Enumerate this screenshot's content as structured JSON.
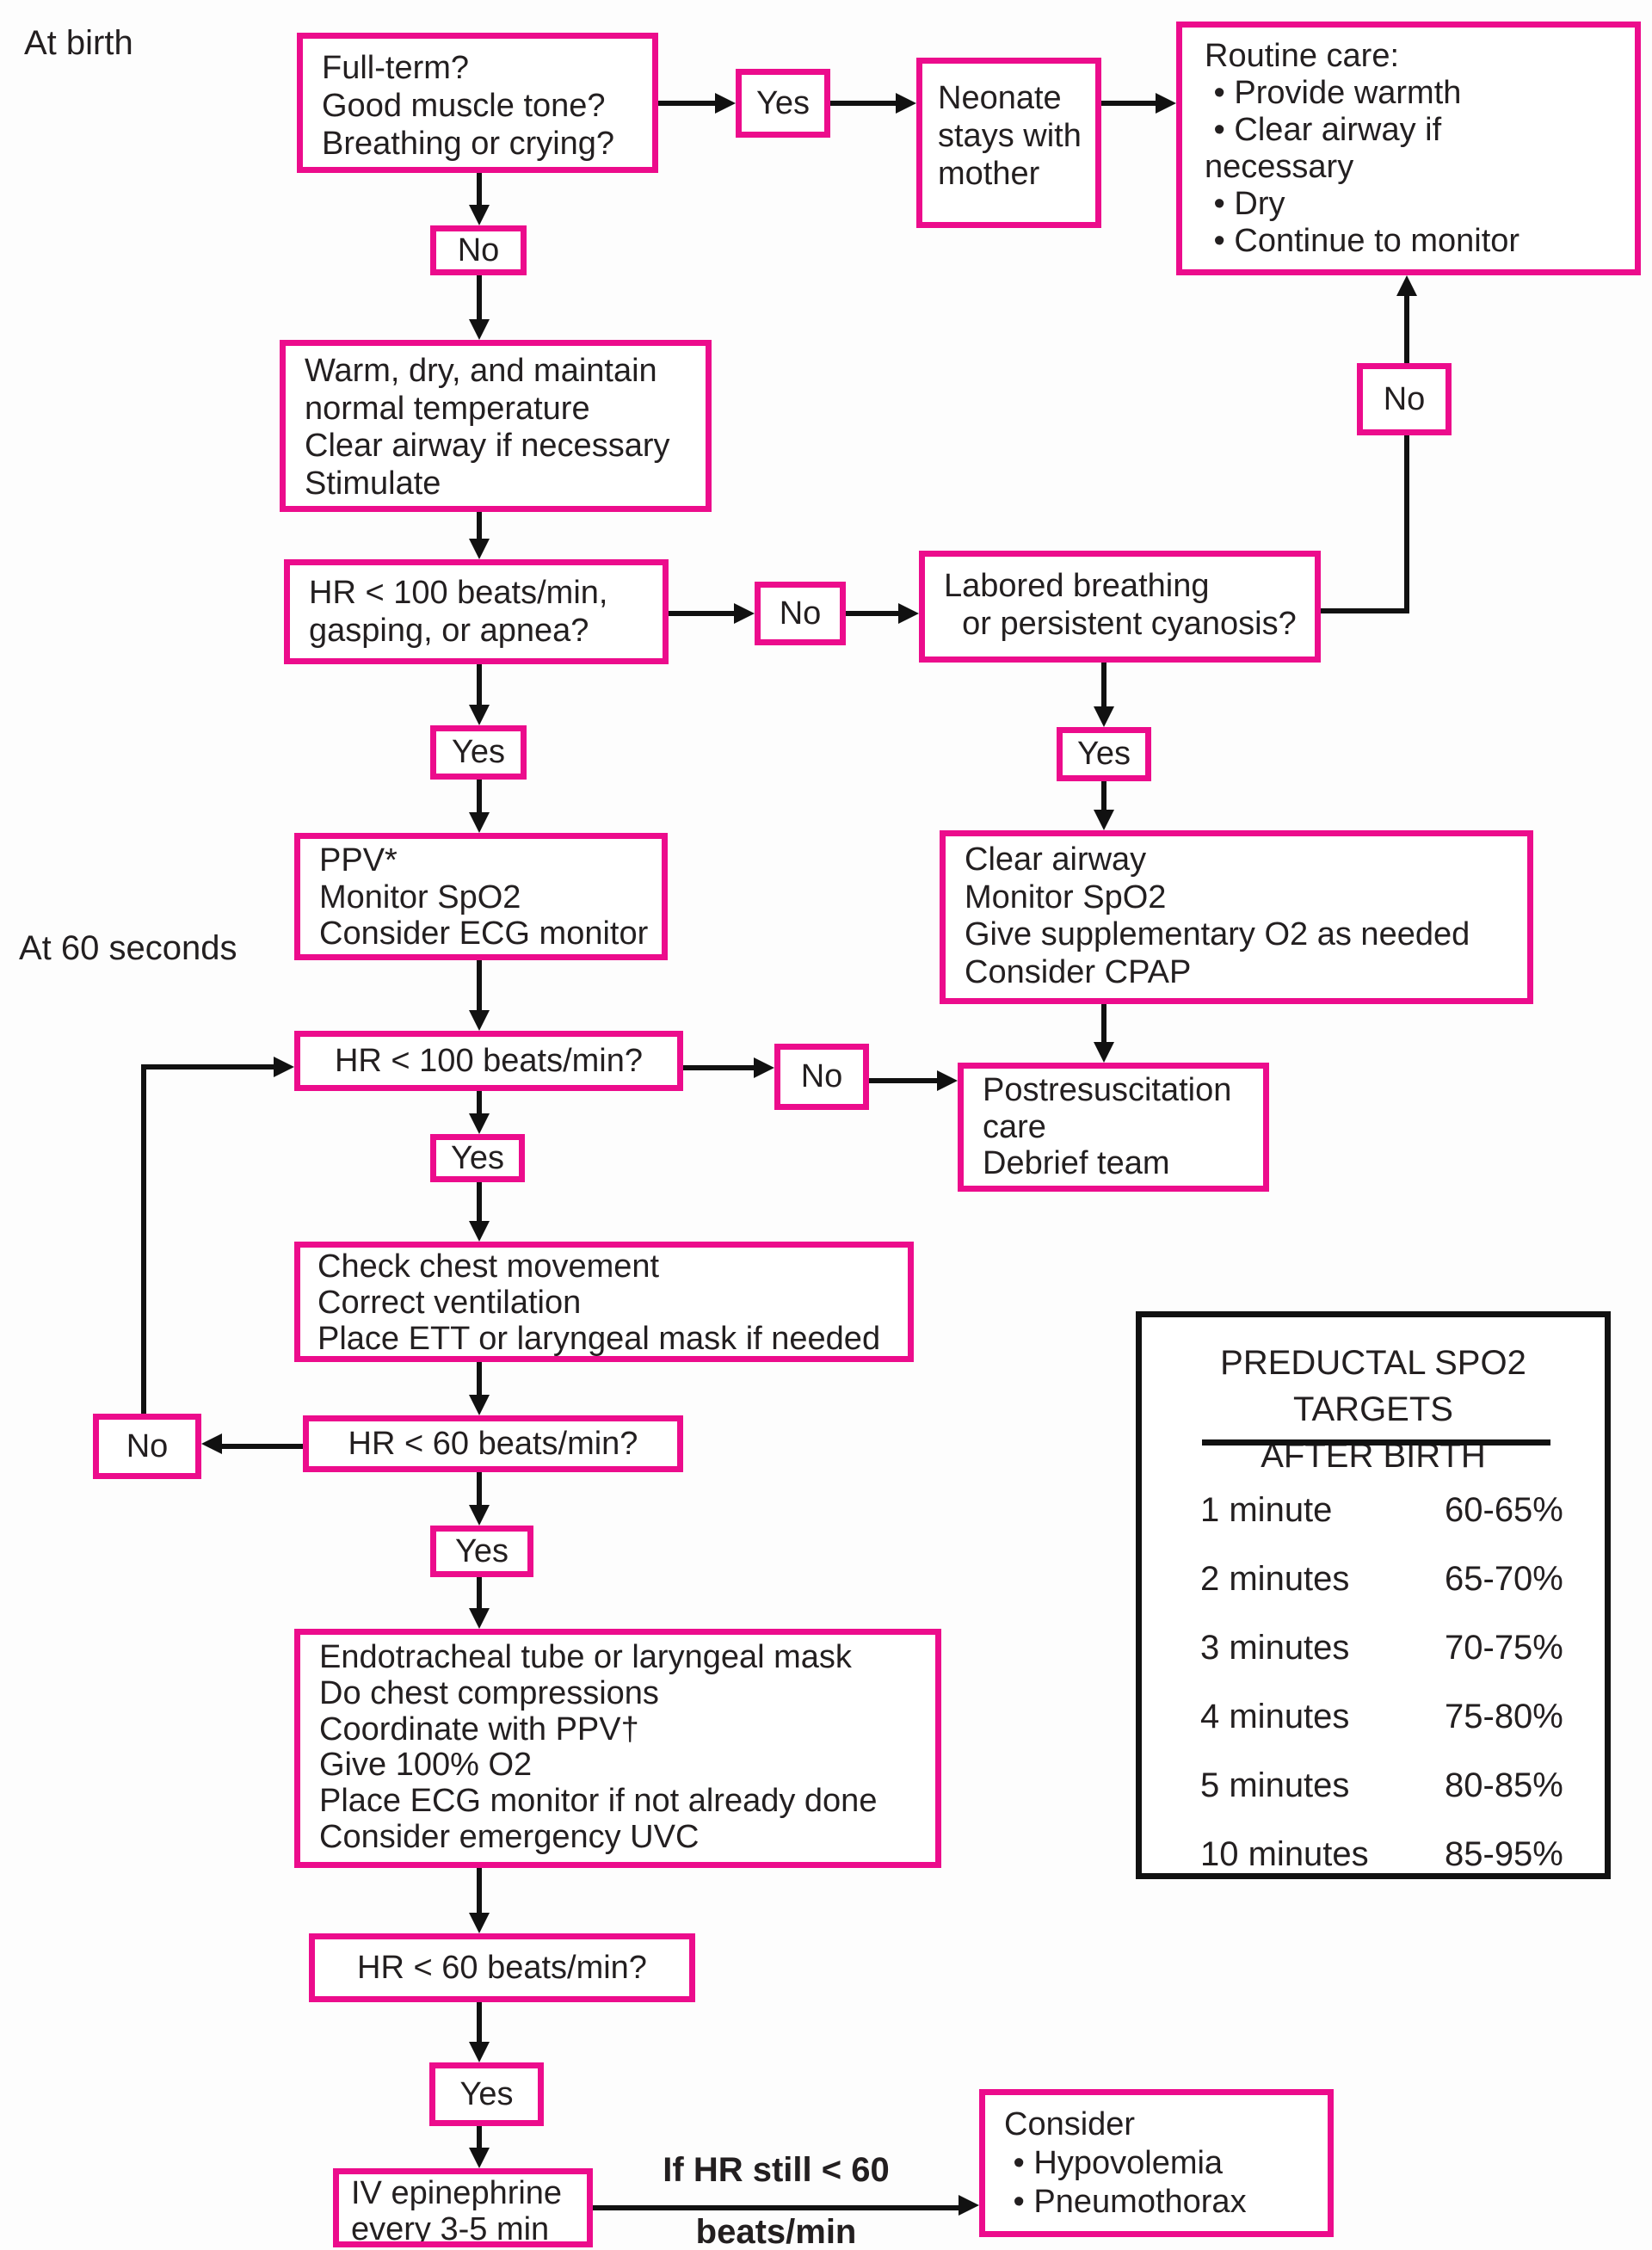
{
  "colors": {
    "accent_pink": "#EC0C8C",
    "line_black": "#111111",
    "text_ink": "#231F20"
  },
  "labels": {
    "at_birth": "At birth",
    "at_60_seconds": "At 60 seconds"
  },
  "nodes": {
    "full_term": [
      "Full-term?",
      "Good muscle tone?",
      "Breathing or crying?"
    ],
    "yes_full_term": "Yes",
    "neonate": [
      "Neonate",
      "stays with",
      "mother"
    ],
    "routine_care": [
      "Routine care:",
      " • Provide warmth",
      " • Clear airway if",
      "necessary",
      " • Dry",
      " • Continue to monitor"
    ],
    "no_full_term": "No",
    "warm_dry": [
      "Warm, dry, and maintain",
      "normal temperature",
      "Clear airway if necessary",
      "Stimulate"
    ],
    "hr100_gasping": [
      "HR < 100 beats/min,",
      "gasping, or apnea?"
    ],
    "no_hr100_gasping": "No",
    "labored": [
      "Labored breathing",
      "  or persistent cyanosis?"
    ],
    "no_labored": "No",
    "yes_hr100_gasping": "Yes",
    "yes_labored": "Yes",
    "ppv": [
      "PPV*",
      "Monitor SpO2",
      "Consider ECG monitor"
    ],
    "clear_airway": [
      "Clear airway",
      "Monitor SpO2",
      "Give supplementary O2 as needed",
      "Consider CPAP"
    ],
    "hr100": "HR < 100 beats/min?",
    "no_hr100": "No",
    "postresuscitation": [
      "Postresuscitation",
      "care",
      "Debrief team"
    ],
    "yes_hr100": "Yes",
    "check_chest": [
      "Check chest movement",
      "Correct ventilation",
      "Place ETT or laryngeal mask if needed"
    ],
    "no_hr60": "No",
    "hr60": "HR < 60 beats/min?",
    "yes_hr60": "Yes",
    "endotracheal": [
      "Endotracheal tube or laryngeal mask",
      "Do chest compressions",
      "Coordinate with PPV†",
      "Give 100% O2",
      "Place ECG monitor if not already done",
      "Consider emergency UVC"
    ],
    "hr60_2": "HR < 60 beats/min?",
    "yes_hr60_2": "Yes",
    "iv_epinephrine": [
      "IV epinephrine",
      "every 3-5 min"
    ],
    "consider": [
      "Consider",
      " • Hypovolemia",
      " • Pneumothorax"
    ]
  },
  "edge_labels": {
    "if_hr_still_line1": "If HR still < 60",
    "if_hr_still_line2": "beats/min"
  },
  "spo2_table": {
    "title": [
      "PREDUCTAL SPO2 TARGETS",
      "AFTER BIRTH"
    ],
    "rows": [
      {
        "time": "1 minute",
        "range": "60-65%"
      },
      {
        "time": "2 minutes",
        "range": "65-70%"
      },
      {
        "time": "3 minutes",
        "range": "70-75%"
      },
      {
        "time": "4 minutes",
        "range": "75-80%"
      },
      {
        "time": "5 minutes",
        "range": "80-85%"
      },
      {
        "time": "10 minutes",
        "range": "85-95%"
      }
    ]
  }
}
